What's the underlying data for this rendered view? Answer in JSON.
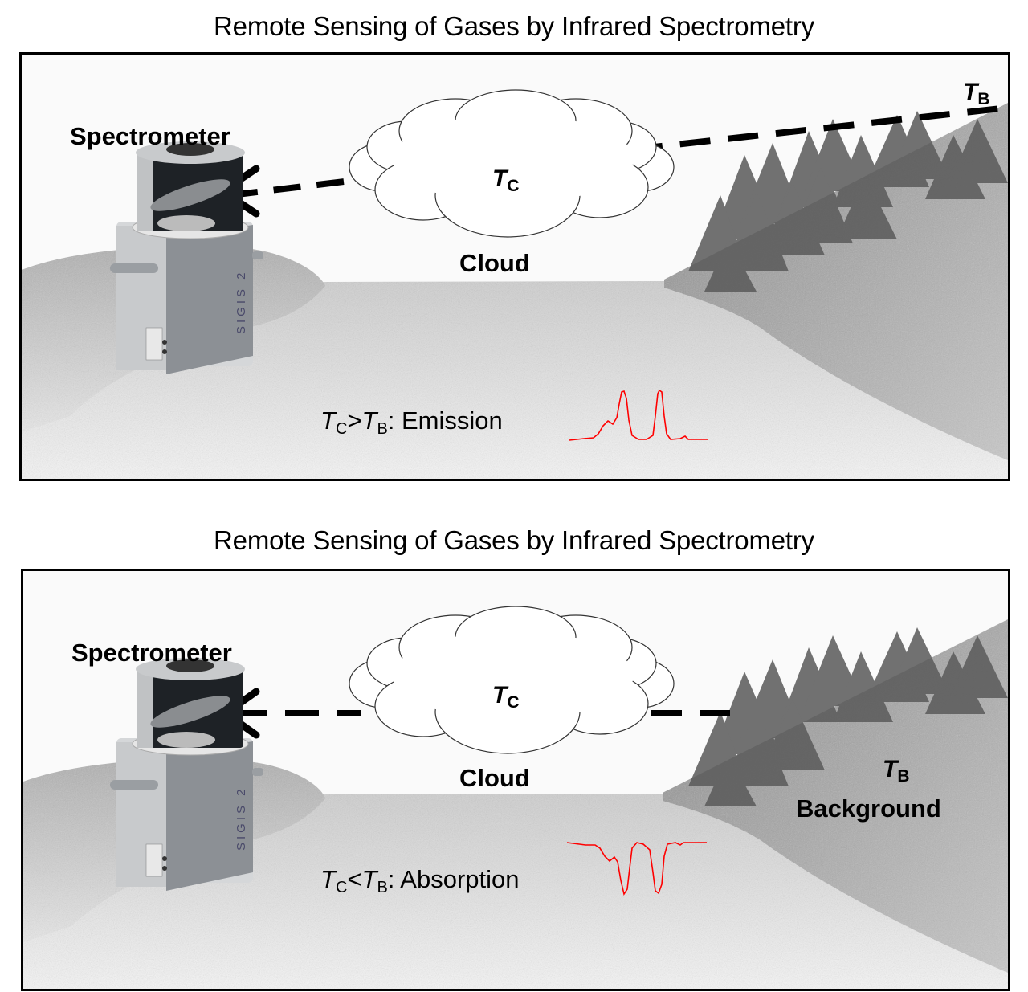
{
  "figure": {
    "colors": {
      "frame": "#000000",
      "background": "#fafafa",
      "spectrum_line": "#ff0000",
      "dashed_path": "#000000",
      "forest": "#555555",
      "ground": "#d8d8d8",
      "instrument_body": "#c4c6c8",
      "instrument_label": "#4a4a6a"
    },
    "panels": [
      {
        "title": "Remote Sensing of Gases by Infrared Spectrometry",
        "spectrometer_label": "Spectrometer",
        "instrument_model": "SIGIS 2",
        "cloud_label": "Cloud",
        "cloud_temp": {
          "symbol": "T",
          "subscript": "C"
        },
        "background_temp": {
          "symbol": "T",
          "subscript": "B"
        },
        "background_label": "",
        "condition": {
          "left_symbol": "T",
          "left_sub": "C",
          "operator": ">",
          "right_symbol": "T",
          "right_sub": "B",
          "suffix": ": Emission"
        },
        "spectrum_type": "emission",
        "icons": [
          "arrow-left-icon",
          "cloud-icon",
          "forest-icon",
          "spectrometer-icon",
          "spectrum-peaks-icon"
        ]
      },
      {
        "title": "Remote Sensing of Gases by Infrared Spectrometry",
        "spectrometer_label": "Spectrometer",
        "instrument_model": "SIGIS 2",
        "cloud_label": "Cloud",
        "cloud_temp": {
          "symbol": "T",
          "subscript": "C"
        },
        "background_temp": {
          "symbol": "T",
          "subscript": "B"
        },
        "background_label": "Background",
        "condition": {
          "left_symbol": "T",
          "left_sub": "C",
          "operator": "<",
          "right_symbol": "T",
          "right_sub": "B",
          "suffix": ": Absorption"
        },
        "spectrum_type": "absorption",
        "icons": [
          "arrow-left-icon",
          "cloud-icon",
          "forest-icon",
          "spectrometer-icon",
          "spectrum-dips-icon"
        ]
      }
    ]
  }
}
